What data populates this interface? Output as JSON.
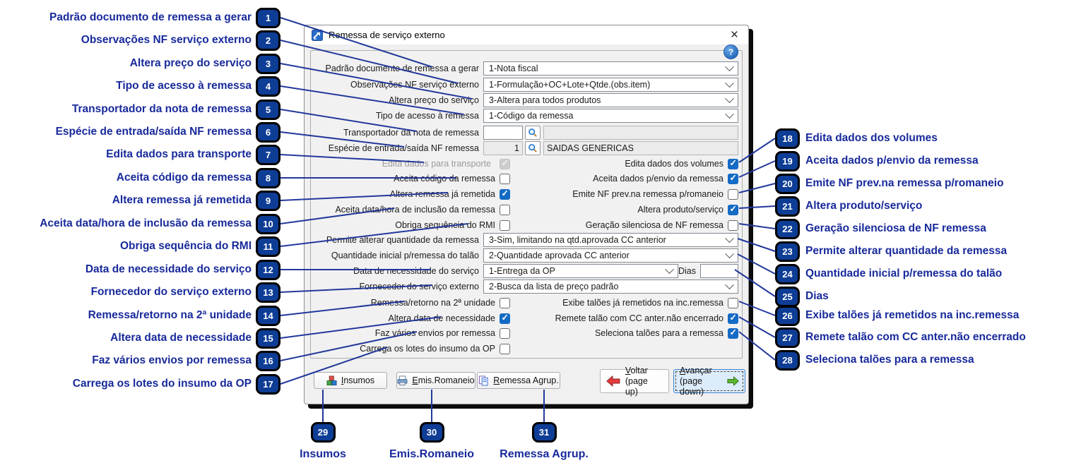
{
  "colors": {
    "callout_text": "#182a9b",
    "badge_bg": "#0e3d96",
    "connector": "#23389b",
    "checkbox_checked": "#146bc5",
    "avancar_focus_bg": "#ddecfb",
    "voltar_arrow": "#e23b3b",
    "avancar_arrow": "#5cb832"
  },
  "callouts": {
    "left": [
      {
        "n": "1",
        "label": "Padrão documento de remessa a gerar"
      },
      {
        "n": "2",
        "label": "Observações NF serviço externo"
      },
      {
        "n": "3",
        "label": "Altera preço do serviço"
      },
      {
        "n": "4",
        "label": "Tipo de acesso à remessa"
      },
      {
        "n": "5",
        "label": "Transportador da nota de remessa"
      },
      {
        "n": "6",
        "label": "Espécie de entrada/saída NF remessa"
      },
      {
        "n": "7",
        "label": "Edita dados para transporte"
      },
      {
        "n": "8",
        "label": "Aceita código da remessa"
      },
      {
        "n": "9",
        "label": "Altera remessa já remetida"
      },
      {
        "n": "10",
        "label": "Aceita data/hora de inclusão da remessa"
      },
      {
        "n": "11",
        "label": "Obriga sequência do RMI"
      },
      {
        "n": "12",
        "label": "Data de necessidade do serviço"
      },
      {
        "n": "13",
        "label": "Fornecedor do serviço externo"
      },
      {
        "n": "14",
        "label": "Remessa/retorno na 2ª unidade"
      },
      {
        "n": "15",
        "label": "Altera data de necessidade"
      },
      {
        "n": "16",
        "label": "Faz vários envios por remessa"
      },
      {
        "n": "17",
        "label": "Carrega os lotes do insumo da OP"
      }
    ],
    "right": [
      {
        "n": "18",
        "label": "Edita dados dos volumes"
      },
      {
        "n": "19",
        "label": "Aceita dados p/envio da remessa"
      },
      {
        "n": "20",
        "label": "Emite NF prev.na remessa p/romaneio"
      },
      {
        "n": "21",
        "label": "Altera produto/serviço"
      },
      {
        "n": "22",
        "label": "Geração silenciosa de NF remessa"
      },
      {
        "n": "23",
        "label": "Permite alterar quantidade da remessa"
      },
      {
        "n": "24",
        "label": "Quantidade inicial p/remessa do talão"
      },
      {
        "n": "25",
        "label": "Dias"
      },
      {
        "n": "26",
        "label": "Exibe talões já remetidos na inc.remessa"
      },
      {
        "n": "27",
        "label": "Remete talão com CC anter.não encerrado"
      },
      {
        "n": "28",
        "label": "Seleciona talões para a remessa"
      }
    ],
    "bottom": [
      {
        "n": "29",
        "label": "Insumos"
      },
      {
        "n": "30",
        "label": "Emis.Romaneio"
      },
      {
        "n": "31",
        "label": "Remessa Agrup."
      }
    ]
  },
  "window": {
    "title": "Remessa de serviço externo",
    "close_glyph": "×",
    "help_glyph": "?",
    "fields": {
      "padrao": {
        "label": "Padrão documento de remessa a gerar",
        "value": "1-Nota fiscal"
      },
      "observacoes": {
        "label": "Observações NF serviço externo",
        "value": "1-Formulação+OC+Lote+Qtde.(obs.item)"
      },
      "altera_preco": {
        "label": "Altera preço do serviço",
        "value": "3-Altera para todos produtos"
      },
      "tipo_acesso": {
        "label": "Tipo de acesso à remessa",
        "value": "1-Código da remessa"
      },
      "transportador": {
        "label": "Transportador da nota de remessa",
        "code": "",
        "desc": ""
      },
      "especie": {
        "label": "Espécie de entrada/saída NF remessa",
        "code": "1",
        "desc": "SAIDAS GENERICAS"
      },
      "edita_transporte": {
        "label": "Edita dados para transporte",
        "checked": true,
        "disabled": true
      },
      "edita_volumes": {
        "label": "Edita dados dos volumes",
        "checked": true
      },
      "aceita_codigo": {
        "label": "Aceita código da remessa",
        "checked": false
      },
      "aceita_dados_envio": {
        "label": "Aceita dados p/envio da remessa",
        "checked": true
      },
      "altera_remessa": {
        "label": "Altera remessa já remetida",
        "checked": true
      },
      "emite_nf": {
        "label": "Emite NF prev.na remessa p/romaneio",
        "checked": false
      },
      "aceita_datahora": {
        "label": "Aceita data/hora de inclusão da remessa",
        "checked": false
      },
      "altera_produto": {
        "label": "Altera produto/serviço",
        "checked": true
      },
      "obriga_rmi": {
        "label": "Obriga sequência do RMI",
        "checked": false
      },
      "geracao_silenciosa": {
        "label": "Geração silenciosa de NF remessa",
        "checked": false
      },
      "permite_alterar": {
        "label": "Permite alterar quantidade da remessa",
        "value": "3-Sim, limitando na qtd.aprovada CC anterior"
      },
      "qtd_inicial": {
        "label": "Quantidade inicial p/remessa do talão",
        "value": "2-Quantidade aprovada CC anterior"
      },
      "data_necessidade": {
        "label": "Data de necessidade do serviço",
        "value": "1-Entrega da OP",
        "dias_label": "Dias",
        "dias_value": ""
      },
      "fornecedor": {
        "label": "Fornecedor do serviço externo",
        "value": "2-Busca da lista de preço padrão"
      },
      "remessa_retorno": {
        "label": "Remessa/retorno na 2ª unidade",
        "checked": false
      },
      "exibe_taloes": {
        "label": "Exibe talões já remetidos na inc.remessa",
        "checked": false
      },
      "altera_data": {
        "label": "Altera data de necessidade",
        "checked": true
      },
      "remete_talao": {
        "label": "Remete talão com CC anter.não encerrado",
        "checked": true
      },
      "faz_varios": {
        "label": "Faz vários envios por remessa",
        "checked": false
      },
      "seleciona_taloes": {
        "label": "Seleciona talões para a remessa",
        "checked": true
      },
      "carrega_lotes": {
        "label": "Carrega os lotes do insumo da OP",
        "checked": false
      }
    },
    "buttons": {
      "insumos": "Insumos",
      "emis_romaneio": "Emis.Romaneio",
      "remessa_agrup": "Remessa Agrup.",
      "voltar_line1": "Voltar",
      "voltar_line2": "(page up)",
      "avancar_line1": "Avançar",
      "avancar_line2": "(page down)"
    }
  }
}
